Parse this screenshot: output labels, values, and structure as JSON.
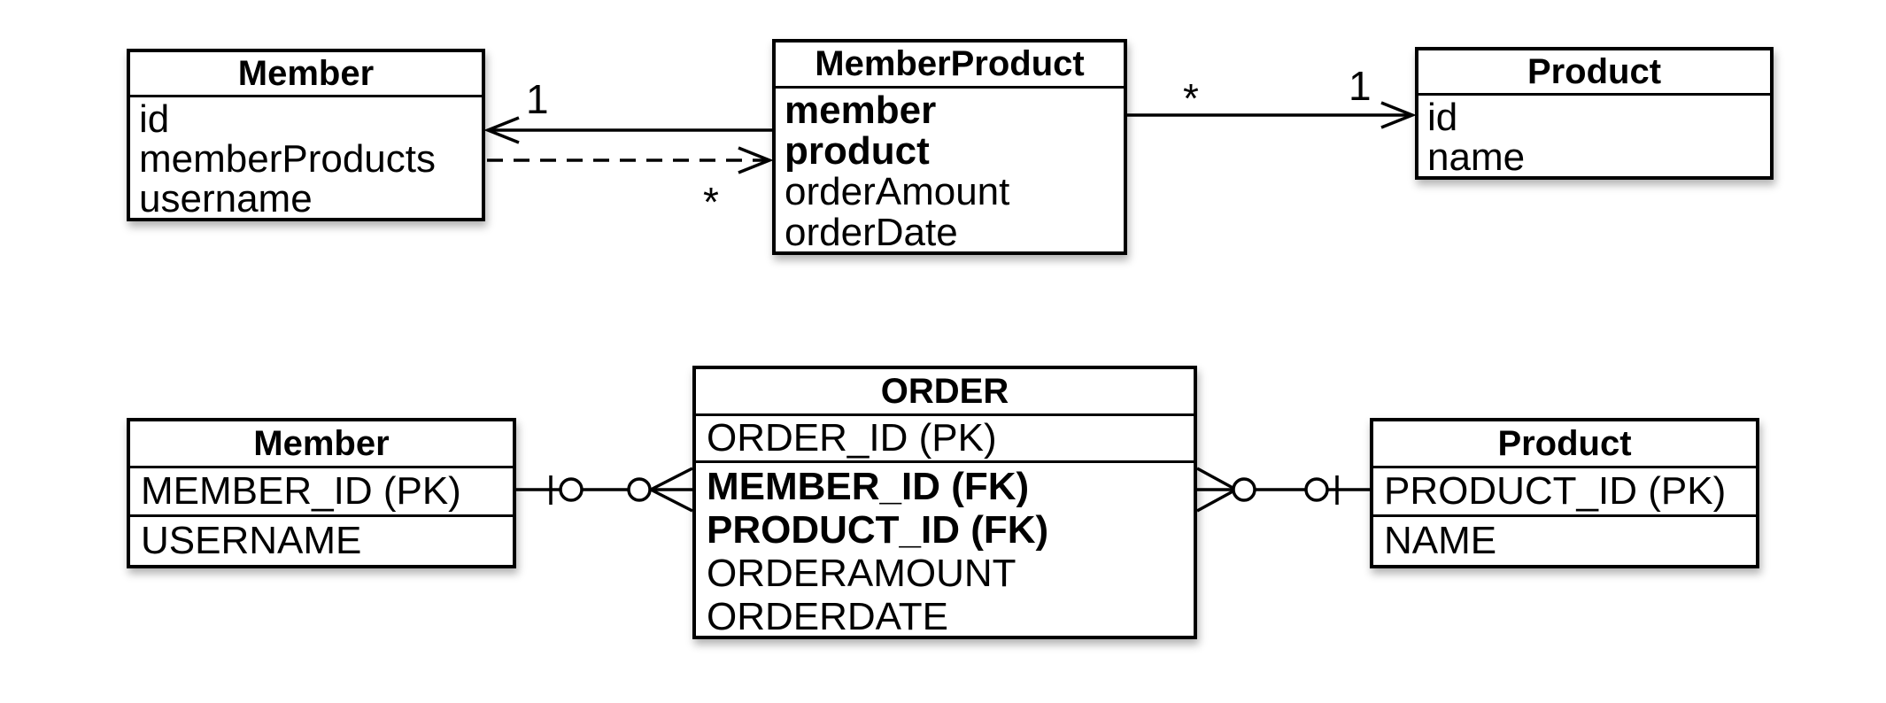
{
  "colors": {
    "line": "#000000",
    "background": "#ffffff"
  },
  "uml": {
    "member": {
      "title": "Member",
      "attrs": [
        "id",
        "memberProducts",
        "username"
      ]
    },
    "member_product": {
      "title": "MemberProduct",
      "attrs": [
        "member",
        "product",
        "orderAmount",
        "orderDate"
      ]
    },
    "product": {
      "title": "Product",
      "attrs": [
        "id",
        "name"
      ]
    },
    "multiplicity": {
      "association_member_side": "1",
      "dependency_memberproduct_side": "*",
      "association2_memberproduct_side": "*",
      "association2_product_side": "1"
    }
  },
  "erd": {
    "member": {
      "title": "Member",
      "rows": [
        "MEMBER_ID (PK)",
        "USERNAME"
      ]
    },
    "order": {
      "title": "ORDER",
      "pk_row": "ORDER_ID (PK)",
      "body": [
        "MEMBER_ID (FK)",
        "PRODUCT_ID (FK)",
        "ORDERAMOUNT",
        "ORDERDATE"
      ]
    },
    "product": {
      "title": "Product",
      "rows": [
        "PRODUCT_ID (PK)",
        "NAME"
      ]
    }
  }
}
